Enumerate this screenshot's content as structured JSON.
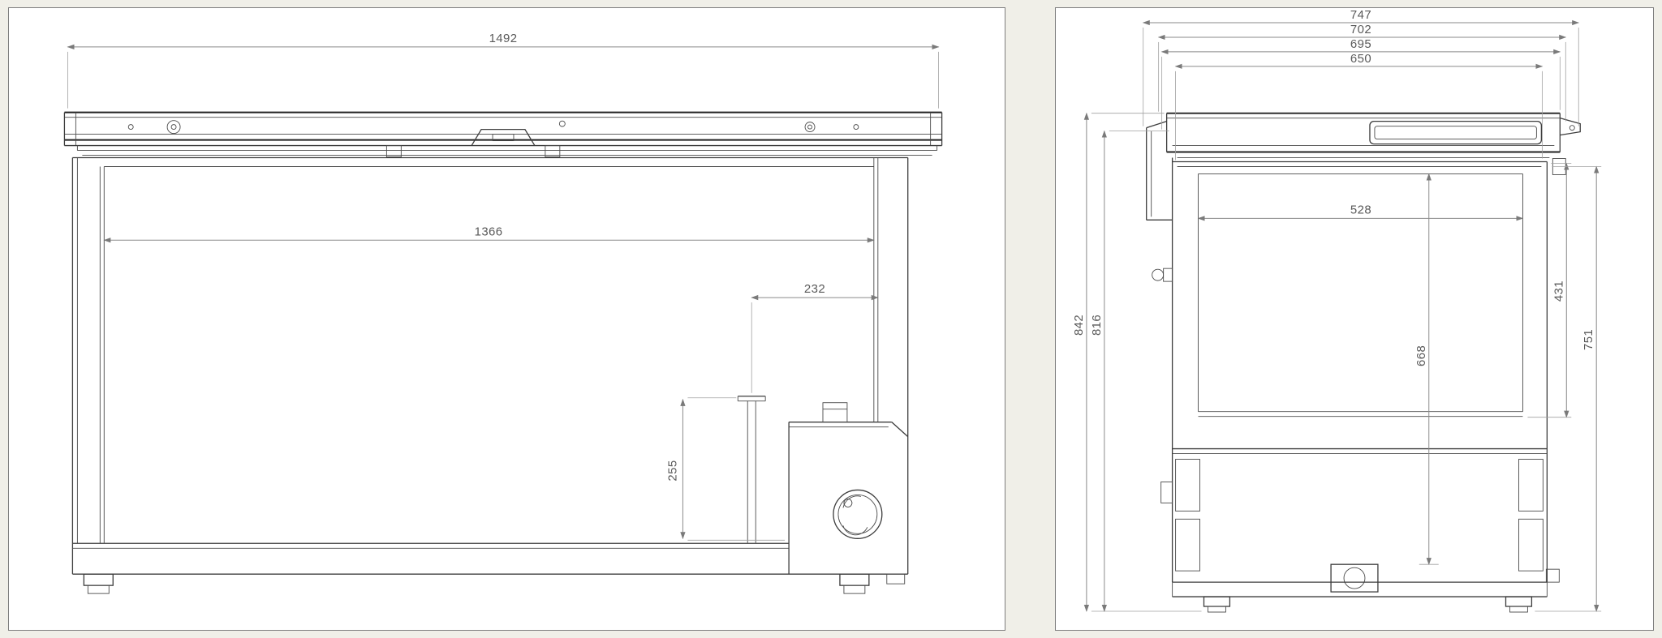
{
  "sheet": {
    "background": "#f0efe8",
    "panel_background": "#ffffff",
    "outline_color": "#3c3c3c",
    "dimension_color": "#8a8a8a",
    "text_color": "#5a5a5a"
  },
  "left_view": {
    "name": "chest-freezer-front-elevation",
    "dims": {
      "overall_width": "1492",
      "interior_width": "1366",
      "unit_inset": "232",
      "unit_height": "255"
    }
  },
  "right_view": {
    "name": "chest-freezer-side-elevation",
    "dims": {
      "overall_depth": "747",
      "lid_depth": "702",
      "frame_depth": "695",
      "opening_depth": "650",
      "interior_depth": "528",
      "interior_height": "668",
      "basket_depth": "431",
      "body_height": "751",
      "overall_height": "842",
      "cabinet_height": "816"
    }
  }
}
